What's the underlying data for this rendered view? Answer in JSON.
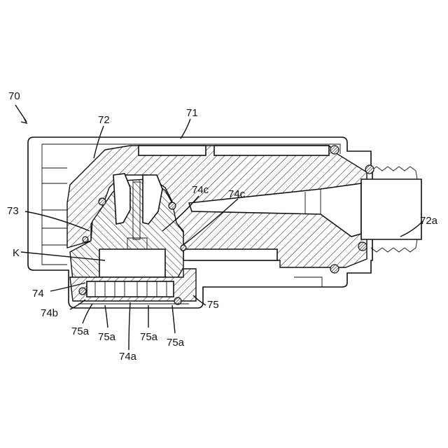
{
  "labels": {
    "l70": "70",
    "l71": "71",
    "l72": "72",
    "l73": "73",
    "l74c_a": "74c",
    "l74c_b": "74c",
    "l72a": "72a",
    "lK": "K",
    "l74": "74",
    "l74b": "74b",
    "l75": "75",
    "l75a_1": "75a",
    "l75a_2": "75a",
    "l74a": "74a",
    "l75a_3": "75a",
    "l75a_4": "75a"
  }
}
